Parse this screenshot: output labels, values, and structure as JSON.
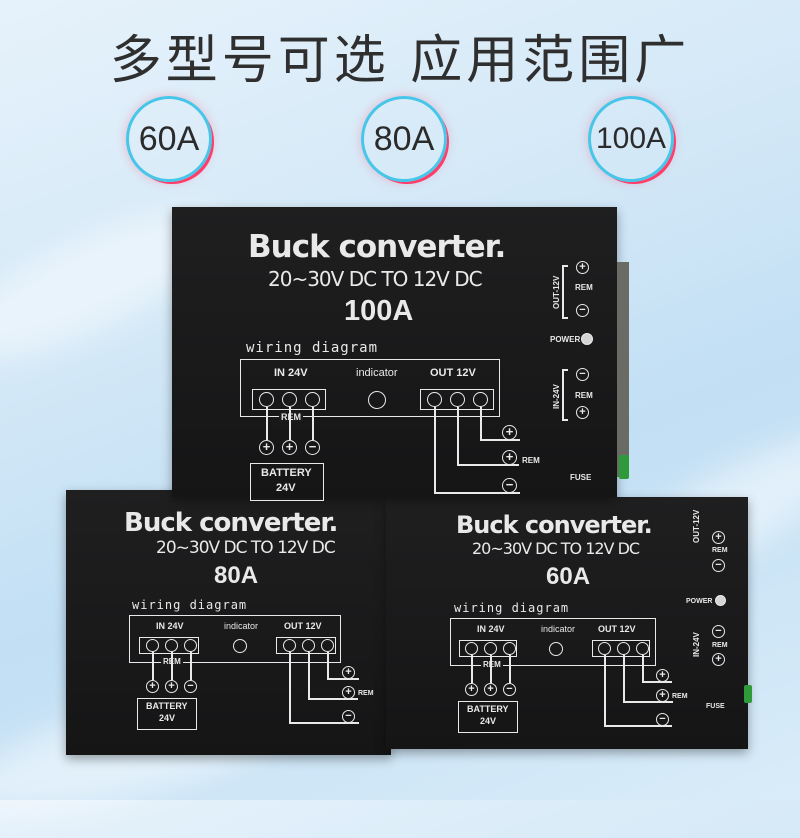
{
  "banner": {
    "headline": "多型号可选  应用范围广",
    "badges": [
      "60A",
      "80A",
      "100A"
    ]
  },
  "products": [
    {
      "id": "front",
      "title": "Buck converter.",
      "spec": "20~30V DC TO 12V DC",
      "amperage": "100A"
    },
    {
      "id": "left",
      "title": "Buck converter.",
      "spec": "20~30V DC TO 12V DC",
      "amperage": "80A"
    },
    {
      "id": "right",
      "title": "Buck converter.",
      "spec": "20~30V DC TO 12V DC",
      "amperage": "60A"
    }
  ],
  "wiring": {
    "heading": "wiring diagram",
    "in_label": "IN 24V",
    "indicator_label": "indicator",
    "out_label": "OUT 12V",
    "rem_label": "REM",
    "battery_line1": "BATTERY",
    "battery_line2": "24V",
    "plus": "+",
    "minus": "−"
  },
  "side_panel": {
    "out_label": "OUT-12V",
    "in_label": "IN-24V",
    "rem": "REM",
    "power": "POWER",
    "fuse": "FUSE"
  }
}
